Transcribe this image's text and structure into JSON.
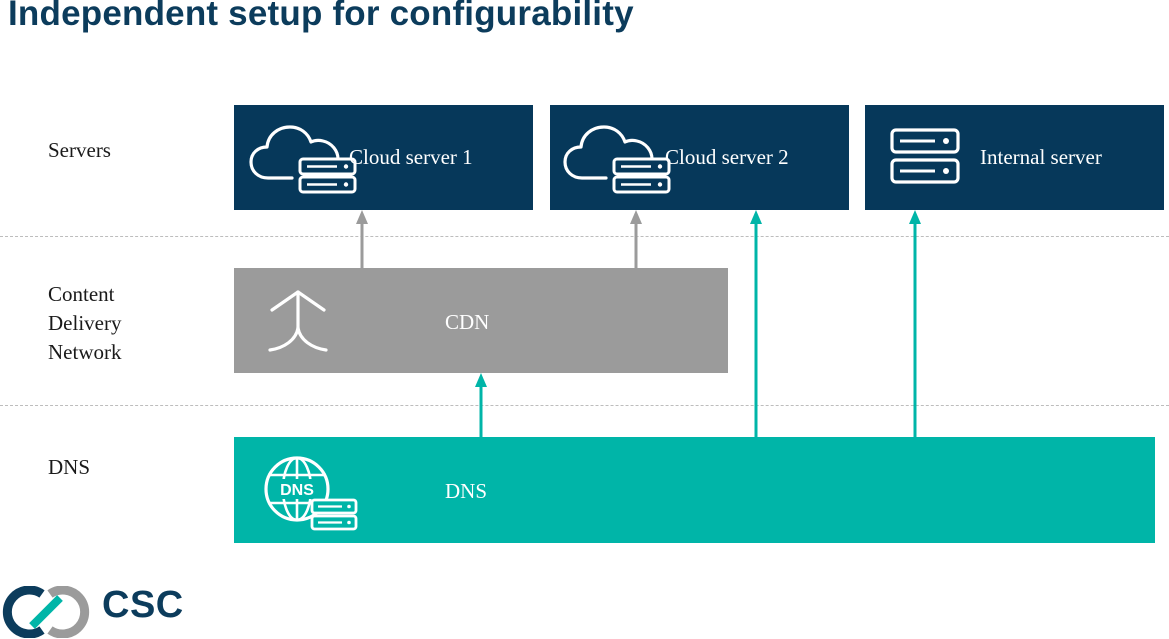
{
  "title": "Independent setup for configurability",
  "rows": {
    "servers": "Servers",
    "cdn": "Content\nDelivery\nNetwork",
    "dns": "DNS"
  },
  "boxes": {
    "cloud_server_1": "Cloud server 1",
    "cloud_server_2": "Cloud server 2",
    "internal_server": "Internal server",
    "cdn": "CDN",
    "dns": "DNS"
  },
  "icons": {
    "cloud_server": "cloud-server-icon",
    "internal_server": "server-rack-icon",
    "cdn": "split-arrow-icon",
    "dns": "dns-globe-icon"
  },
  "logo": {
    "text": "CSC"
  },
  "colors": {
    "navy": "#06385a",
    "cdn_gray": "#9b9b9b",
    "dns_teal": "#00b5a8",
    "arrow_gray": "#9b9b9b",
    "arrow_teal": "#00b5a8",
    "title": "#0c3c5c"
  }
}
